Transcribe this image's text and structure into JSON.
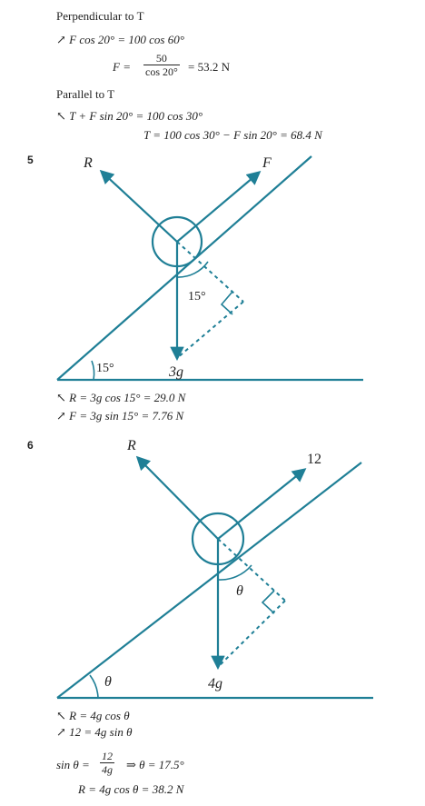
{
  "q4": {
    "perp_heading": "Perpendicular to T",
    "perp_eq": "F cos 20° = 100 cos 60°",
    "f_lhs": "F =",
    "f_num": "50",
    "f_den": "cos 20°",
    "f_rhs": "= 53.2 N",
    "par_heading": "Parallel to T",
    "par_eq": "T + F sin 20° = 100 cos 30°",
    "t_eq": "T = 100 cos 30° − F sin 20° = 68.4 N"
  },
  "q5": {
    "number": "5",
    "label_R": "R",
    "label_F": "F",
    "label_angle_inner": "15°",
    "label_angle_base": "15°",
    "label_weight": "3g",
    "eq_R": "R = 3g cos 15° = 29.0 N",
    "eq_F": "F = 3g sin 15° = 7.76 N"
  },
  "q6": {
    "number": "6",
    "label_R": "R",
    "label_force": "12",
    "label_theta_inner": "θ",
    "label_theta_base": "θ",
    "label_weight": "4g",
    "eq_R": "R = 4g cos θ",
    "eq_12": "12 = 4g sin θ",
    "sin_lhs": "sin θ =",
    "sin_num": "12",
    "sin_den": "4g",
    "sin_rhs": "⇒ θ = 17.5°",
    "eq_R_final": "R = 4g cos θ = 38.2 N"
  },
  "colors": {
    "diagram": "#1f7f96",
    "text": "#222222"
  },
  "icons": {
    "perp_arrow": "arrow-up-right-icon",
    "par_arrow": "arrow-up-left-icon"
  }
}
